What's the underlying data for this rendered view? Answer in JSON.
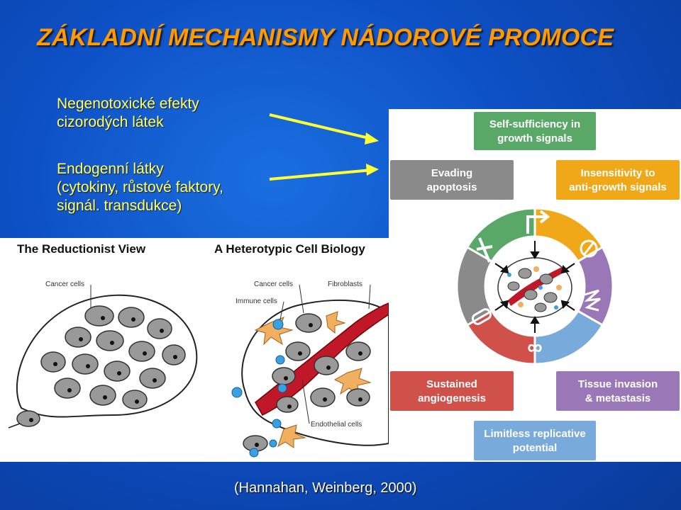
{
  "title": "ZÁKLADNÍ MECHANISMY NÁDOROVÉ PROMOCE",
  "text_block_1": {
    "line1": "Negenotoxické efekty",
    "line2": "cizorodých látek"
  },
  "text_block_2": {
    "line1": "Endogenní látky",
    "line2": "(cytokiny, růstové faktory,",
    "line3": "signál. transdukce)"
  },
  "left_figure": {
    "heading_left": "The Reductionist View",
    "heading_right": "A Heterotypic Cell Biology",
    "label_cancer_cells_left": "Cancer cells",
    "label_cancer_cells_right": "Cancer cells",
    "label_fibroblasts": "Fibroblasts",
    "label_immune_cells": "Immune cells",
    "label_endothelial": "Endothelial cells"
  },
  "hallmarks": {
    "top": {
      "line1": "Self-sufficiency in",
      "line2": "growth signals",
      "color": "#5aa868"
    },
    "upper_left": {
      "line1": "Evading",
      "line2": "apoptosis",
      "color": "#8a8a8a"
    },
    "upper_right": {
      "line1": "Insensitivity to",
      "line2": "anti-growth signals",
      "color": "#f0a818"
    },
    "lower_left": {
      "line1": "Sustained",
      "line2": "angiogenesis",
      "color": "#d0504a"
    },
    "lower_right": {
      "line1": "Tissue invasion",
      "line2": "& metastasis",
      "color": "#9a78b8"
    },
    "bottom": {
      "line1": "Limitless replicative",
      "line2": "potential",
      "color": "#78aadc"
    }
  },
  "citation": "(Hannahan, Weinberg, 2000)",
  "colors": {
    "title": "#ff9a00",
    "text": "#ffff66",
    "arrow": "#ffff33"
  }
}
